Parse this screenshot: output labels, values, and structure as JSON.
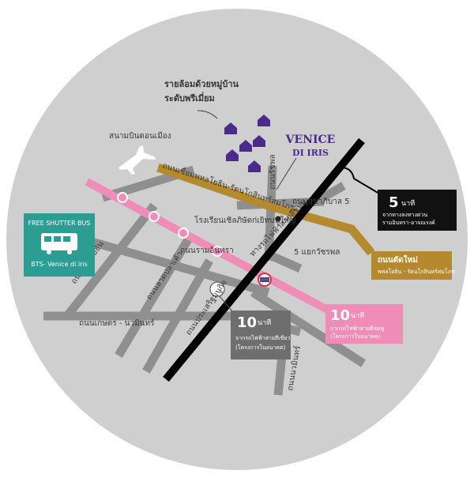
{
  "colors": {
    "circle": "#cfcfcf",
    "road": "#8f8f8f",
    "rail": "#f08cb8",
    "expressway": "#b58a2e",
    "mrt": "#000000",
    "accent_purple": "#4a2b8c",
    "accent_red": "#d8323f",
    "shuttle_green": "#2b9d93"
  },
  "village_caption": {
    "line1": "รายล้อมด้วยหมู่บ้าน",
    "line2": "ระดับพรีเมี่ยม"
  },
  "icons": {
    "house": "house-icon",
    "airplane": "airplane-icon",
    "bus": "bus-icon",
    "station": "mrt-station-icon",
    "hotel": "hotel-dot-icon"
  },
  "brand": {
    "top": "VENICE",
    "bottom": "DI IRIS"
  },
  "labels": {
    "airport": "สนามบินดอนเมือง",
    "hotel": "โรงเรียนเชิลภิษัตก่เยิทบนูใหญ่",
    "road_expressway": "ถนนเชื่อมพหลโยธิน-รัตนโกสินทร์สมโภช",
    "road_soi_sukhumvit": "ถนนสุขาภิบาล 5",
    "road_sai_chang": "ถนนรัชพล",
    "road_5_watcharapol": "5 แยกวัชรพล",
    "road_ramintra": "ถนนรามอินทรา",
    "road_mrt": "ทางรถไฟฟ้าสายสีชมพู",
    "road_phahol": "ถนนพหลโยธิน",
    "road_lad_plakhao": "ถนนลาดปลาเค้า",
    "road_kaset": "ถนนเกษตร - นวมินทร์",
    "road_kaset_expressway": "ถนนประเสริฐมนูกิจ",
    "road_navamin": "ถนนนวมินทร์"
  },
  "shuttle": {
    "line1": "FREE SHUTTER BUS",
    "line2": "BTS- Venice di iris"
  },
  "info_5min": {
    "num": "5",
    "unit": "นาที",
    "line1": "จากทางลงทางด่วน",
    "line2": "รามอินทรา-อาจณรงค์"
  },
  "info_new_road": {
    "title": "ถนนตัดใหม่",
    "sub": "พหลโยธิน - รัตนโกสินทร์สมโภช"
  },
  "info_10min_pink": {
    "num": "10",
    "unit": "นาที",
    "line1": "จากรถไฟฟ้าสายสีชมพู",
    "line2": "(โครงการในอนาคต)"
  },
  "info_10min_grey": {
    "num": "10",
    "unit": "นาที",
    "line1": "จากรถไฟฟ้าสายสีเขียว",
    "line2": "(โครงการในอนาคต)"
  }
}
